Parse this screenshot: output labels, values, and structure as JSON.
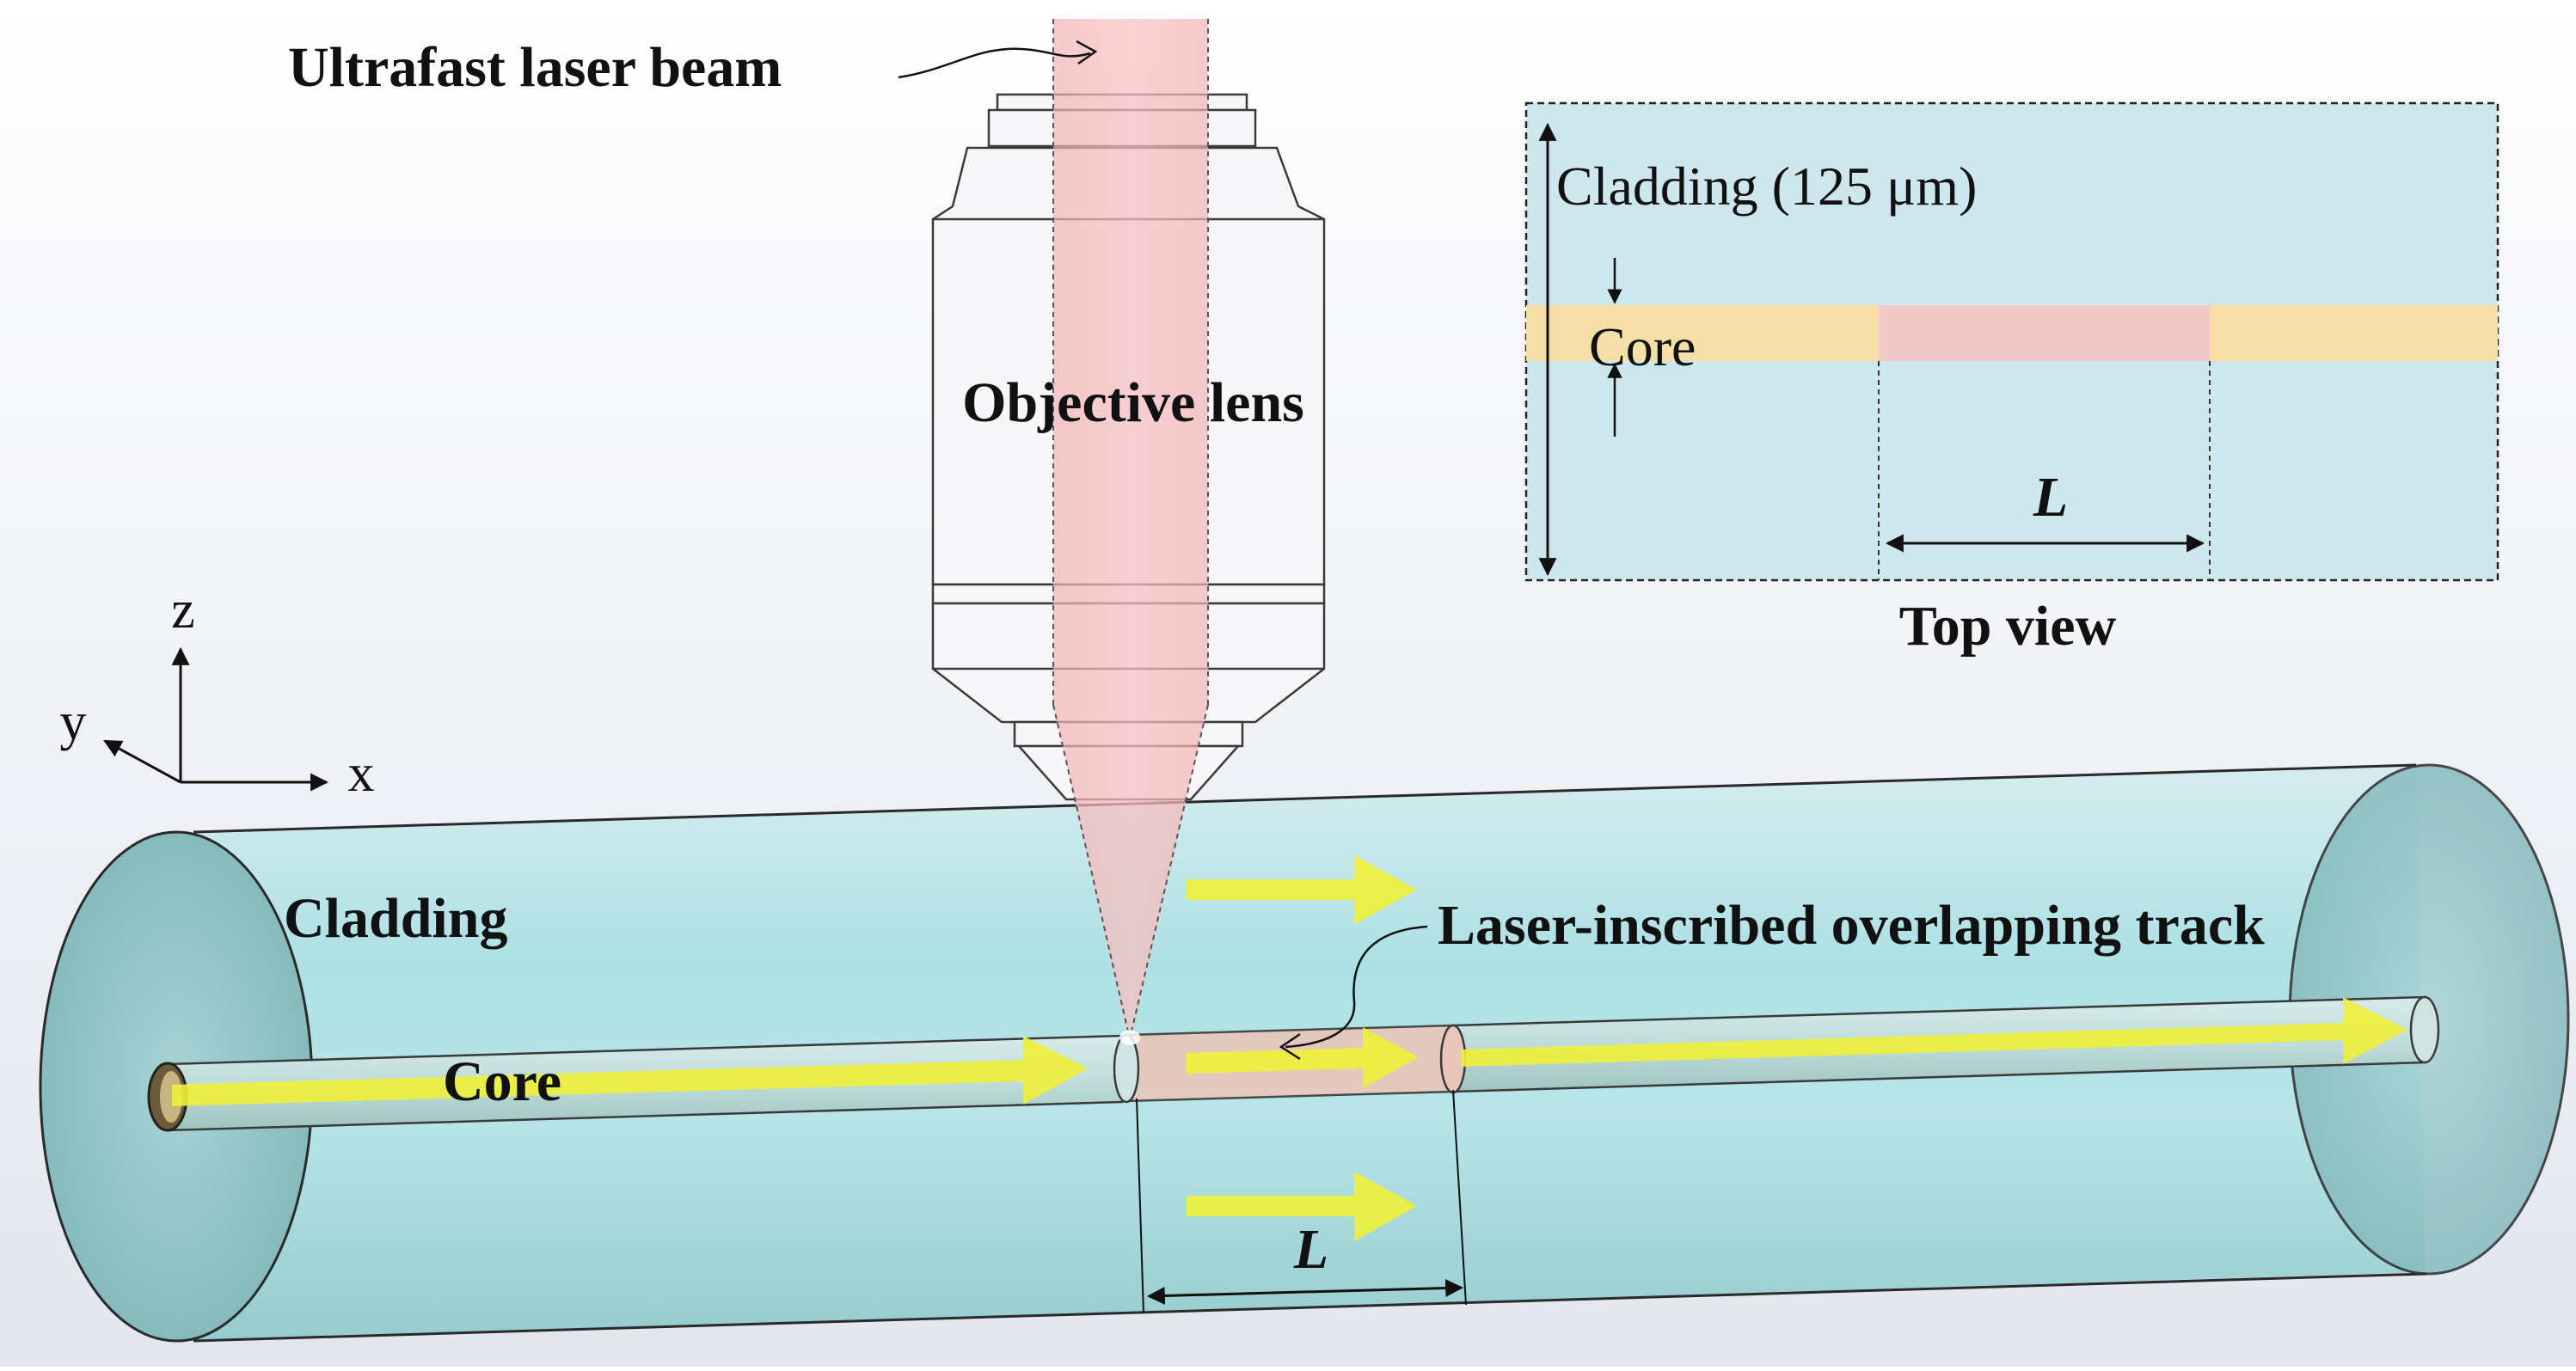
{
  "labels": {
    "laser_beam": "Ultrafast laser beam",
    "objective_lens": "Objective lens",
    "cladding": "Cladding",
    "core": "Core",
    "track": "Laser-inscribed overlapping track",
    "length": "L",
    "axis_x": "x",
    "axis_y": "y",
    "axis_z": "z"
  },
  "inset": {
    "cladding": "Cladding (125 μm)",
    "core": "Core",
    "length": "L",
    "caption": "Top view"
  },
  "colors": {
    "cladding_fill": "#a9dfe2",
    "core_fill": "#f6dfa6",
    "inscribed_fill": "#f2c9c4",
    "beam_fill": "#f4b8b8",
    "arrow_yellow": "#eef03a"
  }
}
